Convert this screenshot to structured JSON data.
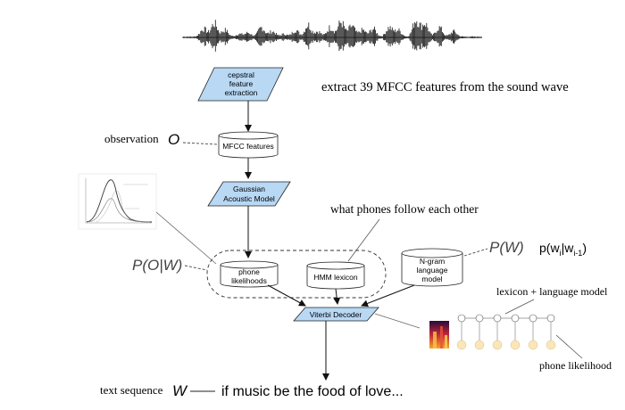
{
  "nodes": {
    "cepstral": [
      "cepstral",
      "feature",
      "extraction"
    ],
    "mfcc": "MFCC features",
    "gaussian": [
      "Gaussian",
      "Acoustic Model"
    ],
    "phone_likelihoods": [
      "phone",
      "likelihoods"
    ],
    "hmm_lexicon": "HMM lexicon",
    "ngram": [
      "N-gram",
      "language",
      "model"
    ],
    "viterbi": "Viterbi Decoder"
  },
  "annotations": {
    "extract": "extract 39 MFCC features from the sound wave",
    "observation_label": "observation",
    "observation_symbol": "O",
    "what_phones": "what phones follow each other",
    "p_o_w": "P(O|W)",
    "p_w": "P(W)",
    "p_wi_base": "p(w",
    "p_wi_sub": "i",
    "p_wi_mid": "|w",
    "p_wi_sub2": "i-1",
    "p_wi_end": ")",
    "lexicon_lm": "lexicon + language model",
    "phone_likelihood": "phone likelihood",
    "text_sequence_label": "text sequence",
    "text_sequence_symbol": "W",
    "output_text": "if music be the food of love..."
  },
  "colors": {
    "node_fill": "#b8d8f4",
    "stroke": "#222222",
    "state_fill": "#fbe6b8"
  }
}
